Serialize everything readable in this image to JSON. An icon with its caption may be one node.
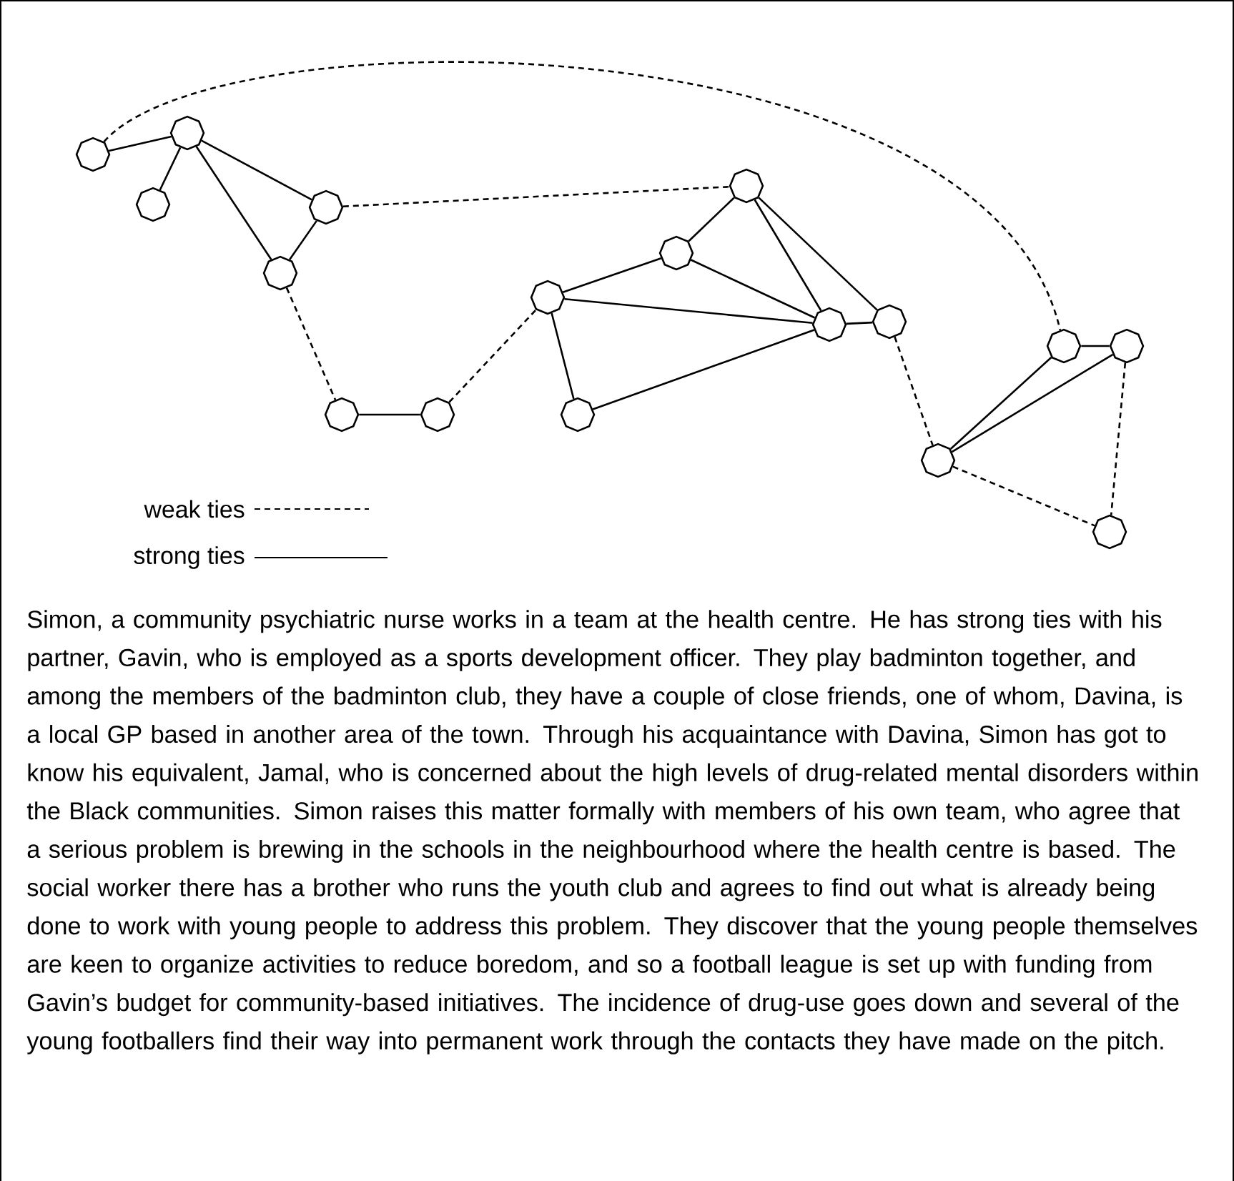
{
  "diagram": {
    "nodes": [
      {
        "text": [],
        "shape": "octagon"
      },
      {
        "text": [],
        "shape": "octagon"
      },
      {
        "text": [],
        "shape": "octagon"
      },
      {
        "text": [],
        "shape": "octagon"
      },
      {
        "text": [],
        "shape": "octagon"
      },
      {
        "text": [],
        "shape": "octagon"
      },
      {
        "text": [],
        "shape": "octagon"
      },
      {
        "text": [],
        "shape": "octagon"
      },
      {
        "text": [],
        "shape": "octagon"
      },
      {
        "text": [],
        "shape": "octagon"
      },
      {
        "text": [],
        "shape": "octagon"
      },
      {
        "text": [],
        "shape": "octagon"
      },
      {
        "text": [],
        "shape": "octagon"
      },
      {
        "text": [],
        "shape": "octagon"
      },
      {
        "text": [],
        "shape": "octagon"
      },
      {
        "text": [],
        "shape": "octagon"
      },
      {
        "text": [],
        "shape": "octagon"
      }
    ],
    "edges": [
      {
        "from": 0,
        "to": 1,
        "arrow": "none"
      },
      {
        "from": 1,
        "to": 2,
        "arrow": "none"
      },
      {
        "from": 1,
        "to": 3,
        "arrow": "none"
      },
      {
        "from": 1,
        "to": 4,
        "arrow": "none"
      },
      {
        "from": 3,
        "to": 4,
        "arrow": "none"
      },
      {
        "from": 0,
        "to": 13,
        "arrow": "none",
        "style": "dashed"
      },
      {
        "from": 3,
        "to": 9,
        "arrow": "none",
        "style": "dashed"
      },
      {
        "from": 4,
        "to": 5,
        "arrow": "none",
        "style": "dashed"
      },
      {
        "from": 5,
        "to": 6,
        "arrow": "none"
      },
      {
        "from": 6,
        "to": 7,
        "arrow": "none",
        "style": "dashed"
      },
      {
        "from": 7,
        "to": 10,
        "arrow": "none"
      },
      {
        "from": 7,
        "to": 11,
        "arrow": "none"
      },
      {
        "from": 7,
        "to": 8,
        "arrow": "none"
      },
      {
        "from": 8,
        "to": 11,
        "arrow": "none"
      },
      {
        "from": 10,
        "to": 9,
        "arrow": "none"
      },
      {
        "from": 10,
        "to": 11,
        "arrow": "none"
      },
      {
        "from": 9,
        "to": 11,
        "arrow": "none"
      },
      {
        "from": 9,
        "to": 12,
        "arrow": "none"
      },
      {
        "from": 11,
        "to": 12,
        "arrow": "none"
      },
      {
        "from": 12,
        "to": 15,
        "arrow": "none",
        "style": "dashed"
      },
      {
        "from": 13,
        "to": 15,
        "arrow": "none"
      },
      {
        "from": 13,
        "to": 14,
        "arrow": "none"
      },
      {
        "from": 14,
        "to": 15,
        "arrow": "none"
      },
      {
        "from": 14,
        "to": 16,
        "arrow": "none",
        "style": "dashed"
      },
      {
        "from": 15,
        "to": 16,
        "arrow": "none",
        "style": "dashed"
      }
    ],
    "labels": [
      "Simon, a community psychiatric nurse works in a team at the health centre. He has strong ties with his partner, Gavin, who is employed as a sports development officer. They play badminton together, and among the members of the badminton club, they have a couple of close friends, one of whom, Davina, is a local GP based in another area of the town. Through his acquaintance with Davina, Simon has got to know his equivalent, Jamal, who is concerned about the high levels of drug-related mental disorders within the Black communities. Simon raises this matter formally with members of his own team, who agree that a serious problem is brewing in the schools in the neighbourhood where the health centre is based. The social worker there has a brother who runs the youth club and agrees to find out what is already being done to work with young people to address this problem. They discover that the young people themselves are keen to organize activities to reduce boredom, and so a football league is set up with funding from Gavin’s budget for community-based initiatives. The incidence of drug-use goes down and several of the young footballers find their way into permanent work through the contacts they have made on the pitch."
    ],
    "legend": [
      {
        "text": "weak ties"
      },
      {
        "text": "strong ties"
      }
    ]
  }
}
